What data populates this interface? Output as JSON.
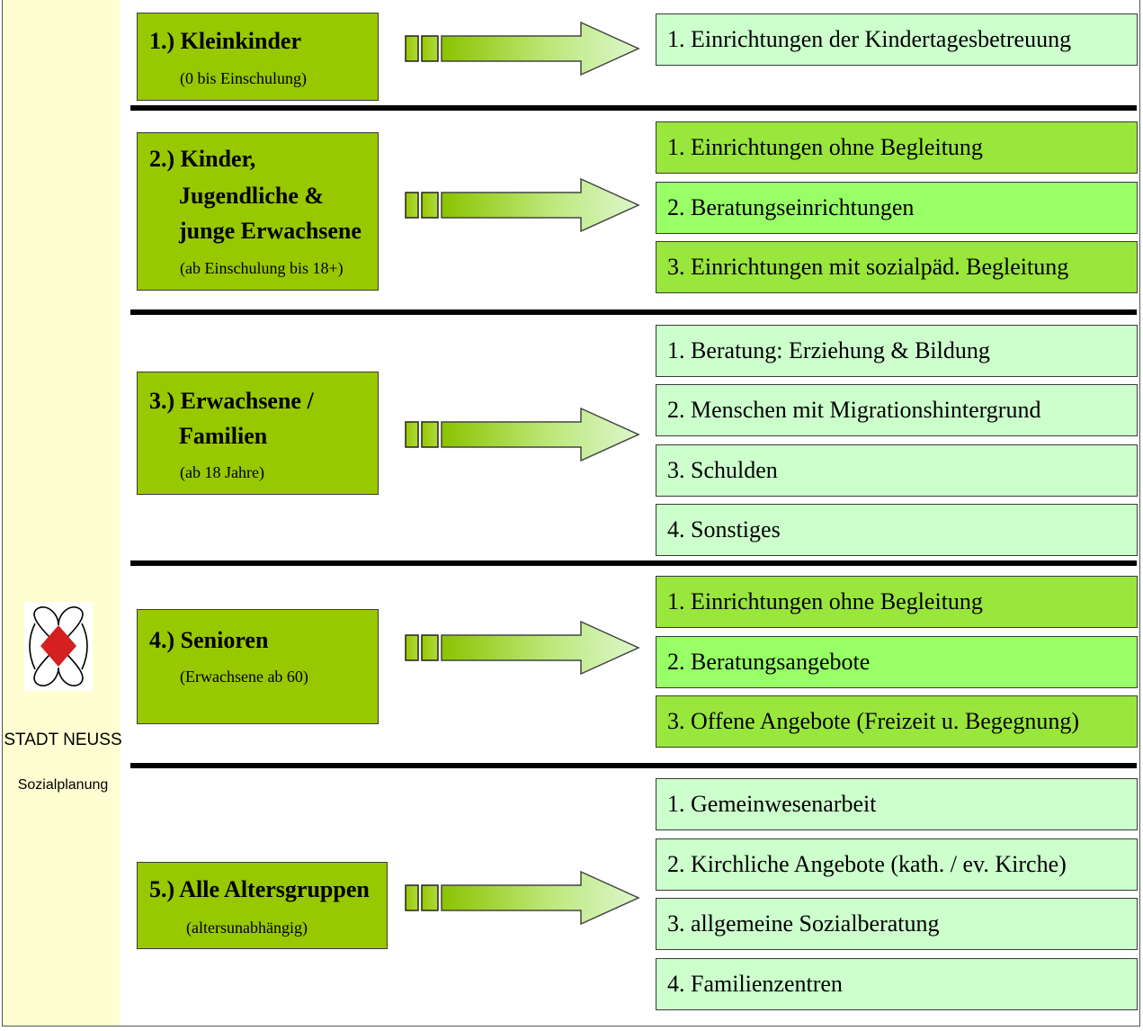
{
  "organization": {
    "name": "STADT NEUSS",
    "department": "Sozialplanung",
    "logo_icon": "stadt-neuss-logo",
    "logo_colors": {
      "diamond": "#d42020",
      "outline": "#000000"
    }
  },
  "colors": {
    "sidebar": "#fefed2",
    "group_box": "#98c800",
    "item_light": "#ccffcc",
    "item_mid": "#98ff66",
    "item_bright": "#99e63c",
    "divider": "#000000"
  },
  "groups": [
    {
      "title_lines": [
        "1.) Kleinkinder"
      ],
      "subtitle": "(0 bis Einschulung)",
      "items": [
        "1. Einrichtungen der Kindertagesbetreuung"
      ]
    },
    {
      "title_lines": [
        "2.) Kinder,",
        "Jugendliche &",
        "junge Erwachsene"
      ],
      "subtitle": "(ab Einschulung bis 18+)",
      "items": [
        "1. Einrichtungen ohne Begleitung",
        "2. Beratungseinrichtungen",
        "3. Einrichtungen mit sozialpäd. Begleitung"
      ]
    },
    {
      "title_lines": [
        "3.) Erwachsene /",
        "Familien"
      ],
      "subtitle": "(ab 18 Jahre)",
      "items": [
        "1. Beratung: Erziehung & Bildung",
        "2. Menschen mit Migrationshintergrund",
        "3. Schulden",
        "4. Sonstiges"
      ]
    },
    {
      "title_lines": [
        "4.) Senioren"
      ],
      "subtitle": "(Erwachsene ab 60)",
      "items": [
        "1. Einrichtungen ohne Begleitung",
        "2. Beratungsangebote",
        "3. Offene Angebote (Freizeit u. Begegnung)"
      ]
    },
    {
      "title_lines": [
        "5.) Alle Altersgruppen"
      ],
      "subtitle": "(altersunabhängig)",
      "items": [
        "1. Gemeinwesenarbeit",
        "2. Kirchliche Angebote (kath. / ev. Kirche)",
        "3. allgemeine Sozialberatung",
        "4. Familienzentren"
      ]
    }
  ]
}
